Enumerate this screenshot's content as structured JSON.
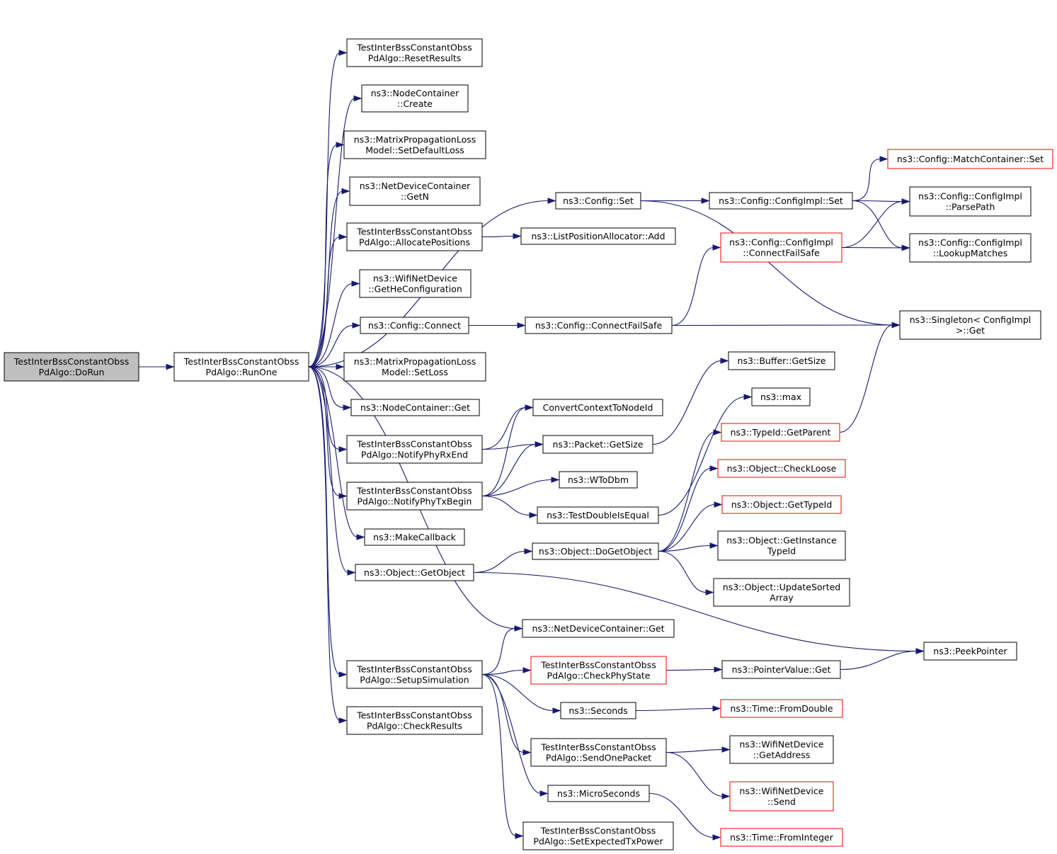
{
  "nodes": [
    {
      "id": "doRun",
      "lines": [
        "TestInterBssConstantObss",
        "PdAlgo::DoRun"
      ],
      "root": true
    },
    {
      "id": "runOne",
      "lines": [
        "TestInterBssConstantObss",
        "PdAlgo::RunOne"
      ]
    },
    {
      "id": "resetResults",
      "lines": [
        "TestInterBssConstantObss",
        "PdAlgo::ResetResults"
      ]
    },
    {
      "id": "nodeContainerCreate",
      "lines": [
        "ns3::NodeContainer",
        "::Create"
      ]
    },
    {
      "id": "setDefaultLoss",
      "lines": [
        "ns3::MatrixPropagationLoss",
        "Model::SetDefaultLoss"
      ]
    },
    {
      "id": "getN",
      "lines": [
        "ns3::NetDeviceContainer",
        "::GetN"
      ]
    },
    {
      "id": "allocatePositions",
      "lines": [
        "TestInterBssConstantObss",
        "PdAlgo::AllocatePositions"
      ]
    },
    {
      "id": "getHeConfiguration",
      "lines": [
        "ns3::WifiNetDevice",
        "::GetHeConfiguration"
      ]
    },
    {
      "id": "configConnect",
      "lines": [
        "ns3::Config::Connect"
      ]
    },
    {
      "id": "setLoss",
      "lines": [
        "ns3::MatrixPropagationLoss",
        "Model::SetLoss"
      ]
    },
    {
      "id": "nodeContainerGet",
      "lines": [
        "ns3::NodeContainer::Get"
      ]
    },
    {
      "id": "notifyPhyRxEnd",
      "lines": [
        "TestInterBssConstantObss",
        "PdAlgo::NotifyPhyRxEnd"
      ]
    },
    {
      "id": "notifyPhyTxBegin",
      "lines": [
        "TestInterBssConstantObss",
        "PdAlgo::NotifyPhyTxBegin"
      ]
    },
    {
      "id": "makeCallback",
      "lines": [
        "ns3::MakeCallback"
      ]
    },
    {
      "id": "getObject",
      "lines": [
        "ns3::Object::GetObject"
      ]
    },
    {
      "id": "setupSimulation",
      "lines": [
        "TestInterBssConstantObss",
        "PdAlgo::SetupSimulation"
      ]
    },
    {
      "id": "checkResults",
      "lines": [
        "TestInterBssConstantObss",
        "PdAlgo::CheckResults"
      ]
    },
    {
      "id": "configSet",
      "lines": [
        "ns3::Config::Set"
      ]
    },
    {
      "id": "listPosAdd",
      "lines": [
        "ns3::ListPositionAllocator::Add"
      ]
    },
    {
      "id": "configConnectFailSafe",
      "lines": [
        "ns3::Config::ConnectFailSafe"
      ]
    },
    {
      "id": "convertContext",
      "lines": [
        "ConvertContextToNodeId"
      ]
    },
    {
      "id": "packetGetSize",
      "lines": [
        "ns3::Packet::GetSize"
      ]
    },
    {
      "id": "wToDbm",
      "lines": [
        "ns3::WToDbm"
      ]
    },
    {
      "id": "testDoubleIsEqual",
      "lines": [
        "ns3::TestDoubleIsEqual"
      ]
    },
    {
      "id": "doGetObject",
      "lines": [
        "ns3::Object::DoGetObject"
      ]
    },
    {
      "id": "netDeviceContainerGet",
      "lines": [
        "ns3::NetDeviceContainer::Get"
      ]
    },
    {
      "id": "checkPhyState",
      "lines": [
        "TestInterBssConstantObss",
        "PdAlgo::CheckPhyState"
      ],
      "truncated": true
    },
    {
      "id": "seconds",
      "lines": [
        "ns3::Seconds"
      ]
    },
    {
      "id": "sendOnePacket",
      "lines": [
        "TestInterBssConstantObss",
        "PdAlgo::SendOnePacket"
      ]
    },
    {
      "id": "microSeconds",
      "lines": [
        "ns3::MicroSeconds"
      ]
    },
    {
      "id": "setExpectedTxPower",
      "lines": [
        "TestInterBssConstantObss",
        "PdAlgo::SetExpectedTxPower"
      ]
    },
    {
      "id": "configImplSet",
      "lines": [
        "ns3::Config::ConfigImpl::Set"
      ]
    },
    {
      "id": "configImplConnectFailSafe",
      "lines": [
        "ns3::Config::ConfigImpl",
        "::ConnectFailSafe"
      ],
      "truncated": true
    },
    {
      "id": "bufferGetSize",
      "lines": [
        "ns3::Buffer::GetSize"
      ]
    },
    {
      "id": "max",
      "lines": [
        "ns3::max"
      ]
    },
    {
      "id": "typeIdGetParent",
      "lines": [
        "ns3::TypeId::GetParent"
      ],
      "truncated": true
    },
    {
      "id": "checkLoose",
      "lines": [
        "ns3::Object::CheckLoose"
      ],
      "truncated": true
    },
    {
      "id": "getTypeId",
      "lines": [
        "ns3::Object::GetTypeId"
      ],
      "truncated": true
    },
    {
      "id": "getInstanceTypeId",
      "lines": [
        "ns3::Object::GetInstance",
        "TypeId"
      ]
    },
    {
      "id": "updateSortedArray",
      "lines": [
        "ns3::Object::UpdateSorted",
        "Array"
      ]
    },
    {
      "id": "pointerValueGet",
      "lines": [
        "ns3::PointerValue::Get"
      ]
    },
    {
      "id": "timeFromDouble",
      "lines": [
        "ns3::Time::FromDouble"
      ],
      "truncated": true
    },
    {
      "id": "wifiGetAddress",
      "lines": [
        "ns3::WifiNetDevice",
        "::GetAddress"
      ]
    },
    {
      "id": "wifiSend",
      "lines": [
        "ns3::WifiNetDevice",
        "::Send"
      ],
      "truncated": true
    },
    {
      "id": "timeFromInteger",
      "lines": [
        "ns3::Time::FromInteger"
      ],
      "truncated": true
    },
    {
      "id": "matchContainerSet",
      "lines": [
        "ns3::Config::MatchContainer::Set"
      ],
      "truncated": true
    },
    {
      "id": "parsePath",
      "lines": [
        "ns3::Config::ConfigImpl",
        "::ParsePath"
      ]
    },
    {
      "id": "lookupMatches",
      "lines": [
        "ns3::Config::ConfigImpl",
        "::LookupMatches"
      ]
    },
    {
      "id": "singletonGet",
      "lines": [
        "ns3::Singleton< ConfigImpl",
        ">::Get"
      ]
    },
    {
      "id": "peekPointer",
      "lines": [
        "ns3::PeekPointer"
      ]
    }
  ],
  "edges": [
    [
      "doRun",
      "runOne"
    ],
    [
      "runOne",
      "resetResults"
    ],
    [
      "runOne",
      "nodeContainerCreate"
    ],
    [
      "runOne",
      "setDefaultLoss"
    ],
    [
      "runOne",
      "getN"
    ],
    [
      "runOne",
      "allocatePositions"
    ],
    [
      "runOne",
      "getHeConfiguration"
    ],
    [
      "runOne",
      "configConnect"
    ],
    [
      "runOne",
      "setLoss"
    ],
    [
      "runOne",
      "nodeContainerGet"
    ],
    [
      "runOne",
      "notifyPhyRxEnd"
    ],
    [
      "runOne",
      "notifyPhyTxBegin"
    ],
    [
      "runOne",
      "makeCallback"
    ],
    [
      "runOne",
      "getObject"
    ],
    [
      "runOne",
      "netDeviceContainerGet"
    ],
    [
      "runOne",
      "setupSimulation"
    ],
    [
      "runOne",
      "checkResults"
    ],
    [
      "runOne",
      "configSet"
    ],
    [
      "allocatePositions",
      "listPosAdd"
    ],
    [
      "configConnect",
      "configConnectFailSafe"
    ],
    [
      "notifyPhyRxEnd",
      "convertContext"
    ],
    [
      "notifyPhyRxEnd",
      "packetGetSize"
    ],
    [
      "notifyPhyTxBegin",
      "convertContext"
    ],
    [
      "notifyPhyTxBegin",
      "packetGetSize"
    ],
    [
      "notifyPhyTxBegin",
      "wToDbm"
    ],
    [
      "notifyPhyTxBegin",
      "testDoubleIsEqual"
    ],
    [
      "getObject",
      "doGetObject"
    ],
    [
      "getObject",
      "peekPointer"
    ],
    [
      "setupSimulation",
      "netDeviceContainerGet"
    ],
    [
      "setupSimulation",
      "checkPhyState"
    ],
    [
      "setupSimulation",
      "seconds"
    ],
    [
      "setupSimulation",
      "sendOnePacket"
    ],
    [
      "setupSimulation",
      "microSeconds"
    ],
    [
      "setupSimulation",
      "setExpectedTxPower"
    ],
    [
      "configSet",
      "configImplSet"
    ],
    [
      "configSet",
      "singletonGet"
    ],
    [
      "configConnectFailSafe",
      "configImplConnectFailSafe"
    ],
    [
      "configConnectFailSafe",
      "singletonGet"
    ],
    [
      "packetGetSize",
      "bufferGetSize"
    ],
    [
      "testDoubleIsEqual",
      "max"
    ],
    [
      "doGetObject",
      "typeIdGetParent"
    ],
    [
      "doGetObject",
      "checkLoose"
    ],
    [
      "doGetObject",
      "getTypeId"
    ],
    [
      "doGetObject",
      "getInstanceTypeId"
    ],
    [
      "doGetObject",
      "updateSortedArray"
    ],
    [
      "checkPhyState",
      "pointerValueGet"
    ],
    [
      "seconds",
      "timeFromDouble"
    ],
    [
      "sendOnePacket",
      "wifiGetAddress"
    ],
    [
      "sendOnePacket",
      "wifiSend"
    ],
    [
      "microSeconds",
      "timeFromInteger"
    ],
    [
      "configImplSet",
      "matchContainerSet"
    ],
    [
      "configImplSet",
      "parsePath"
    ],
    [
      "configImplSet",
      "lookupMatches"
    ],
    [
      "configImplConnectFailSafe",
      "parsePath"
    ],
    [
      "configImplConnectFailSafe",
      "lookupMatches"
    ],
    [
      "typeIdGetParent",
      "singletonGet"
    ],
    [
      "pointerValueGet",
      "peekPointer"
    ]
  ]
}
